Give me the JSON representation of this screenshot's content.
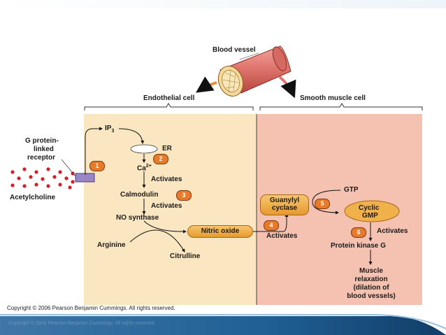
{
  "header": {
    "blood_vessel": "Blood vessel"
  },
  "sections": {
    "endothelial": "Endothelial cell",
    "smooth_muscle": "Smooth muscle cell"
  },
  "left_labels": {
    "receptor_line1": "G protein-",
    "receptor_line2": "linked",
    "receptor_line3": "receptor",
    "acetylcholine": "Acetylcholine"
  },
  "endothelial": {
    "ip3_main": "IP",
    "ip3_sub": "3",
    "er": "ER",
    "ca_main": "Ca",
    "ca_sup": "2+",
    "activates_1": "Activates",
    "calmodulin": "Calmodulin",
    "activates_2": "Activates",
    "no_synthase": "NO synthase",
    "nitric_oxide": "Nitric oxide",
    "arginine": "Arginine",
    "citrulline": "Citrulline"
  },
  "smooth": {
    "gtp": "GTP",
    "guanylyl_line1": "Guanylyl",
    "guanylyl_line2": "cyclase",
    "cyclic_line1": "Cyclic",
    "cyclic_line2": "GMP",
    "activates_no": "Activates",
    "activates_pkg": "Activates",
    "protein_kinase": "Protein kinase G",
    "relax_line1": "Muscle",
    "relax_line2": "relaxation",
    "relax_line3": "(dilation of",
    "relax_line4": "blood vessels)"
  },
  "steps": [
    "1",
    "2",
    "3",
    "4",
    "5",
    "6"
  ],
  "footer": {
    "copyright": "Copyright © 2006 Pearson Benjamin Cummings. All rights reserved.",
    "copyright_echo": "Copyright © 2006 Pearson Benjamin Cummings. All rights reserved."
  },
  "colors": {
    "endothelial_bg": "#fbe6c2",
    "smooth_bg": "#f5c2b2",
    "badge": "#e97a2a",
    "pill": "#f2b24e",
    "vessel": "#e0776f",
    "slide_accent": "#1f5f94"
  }
}
